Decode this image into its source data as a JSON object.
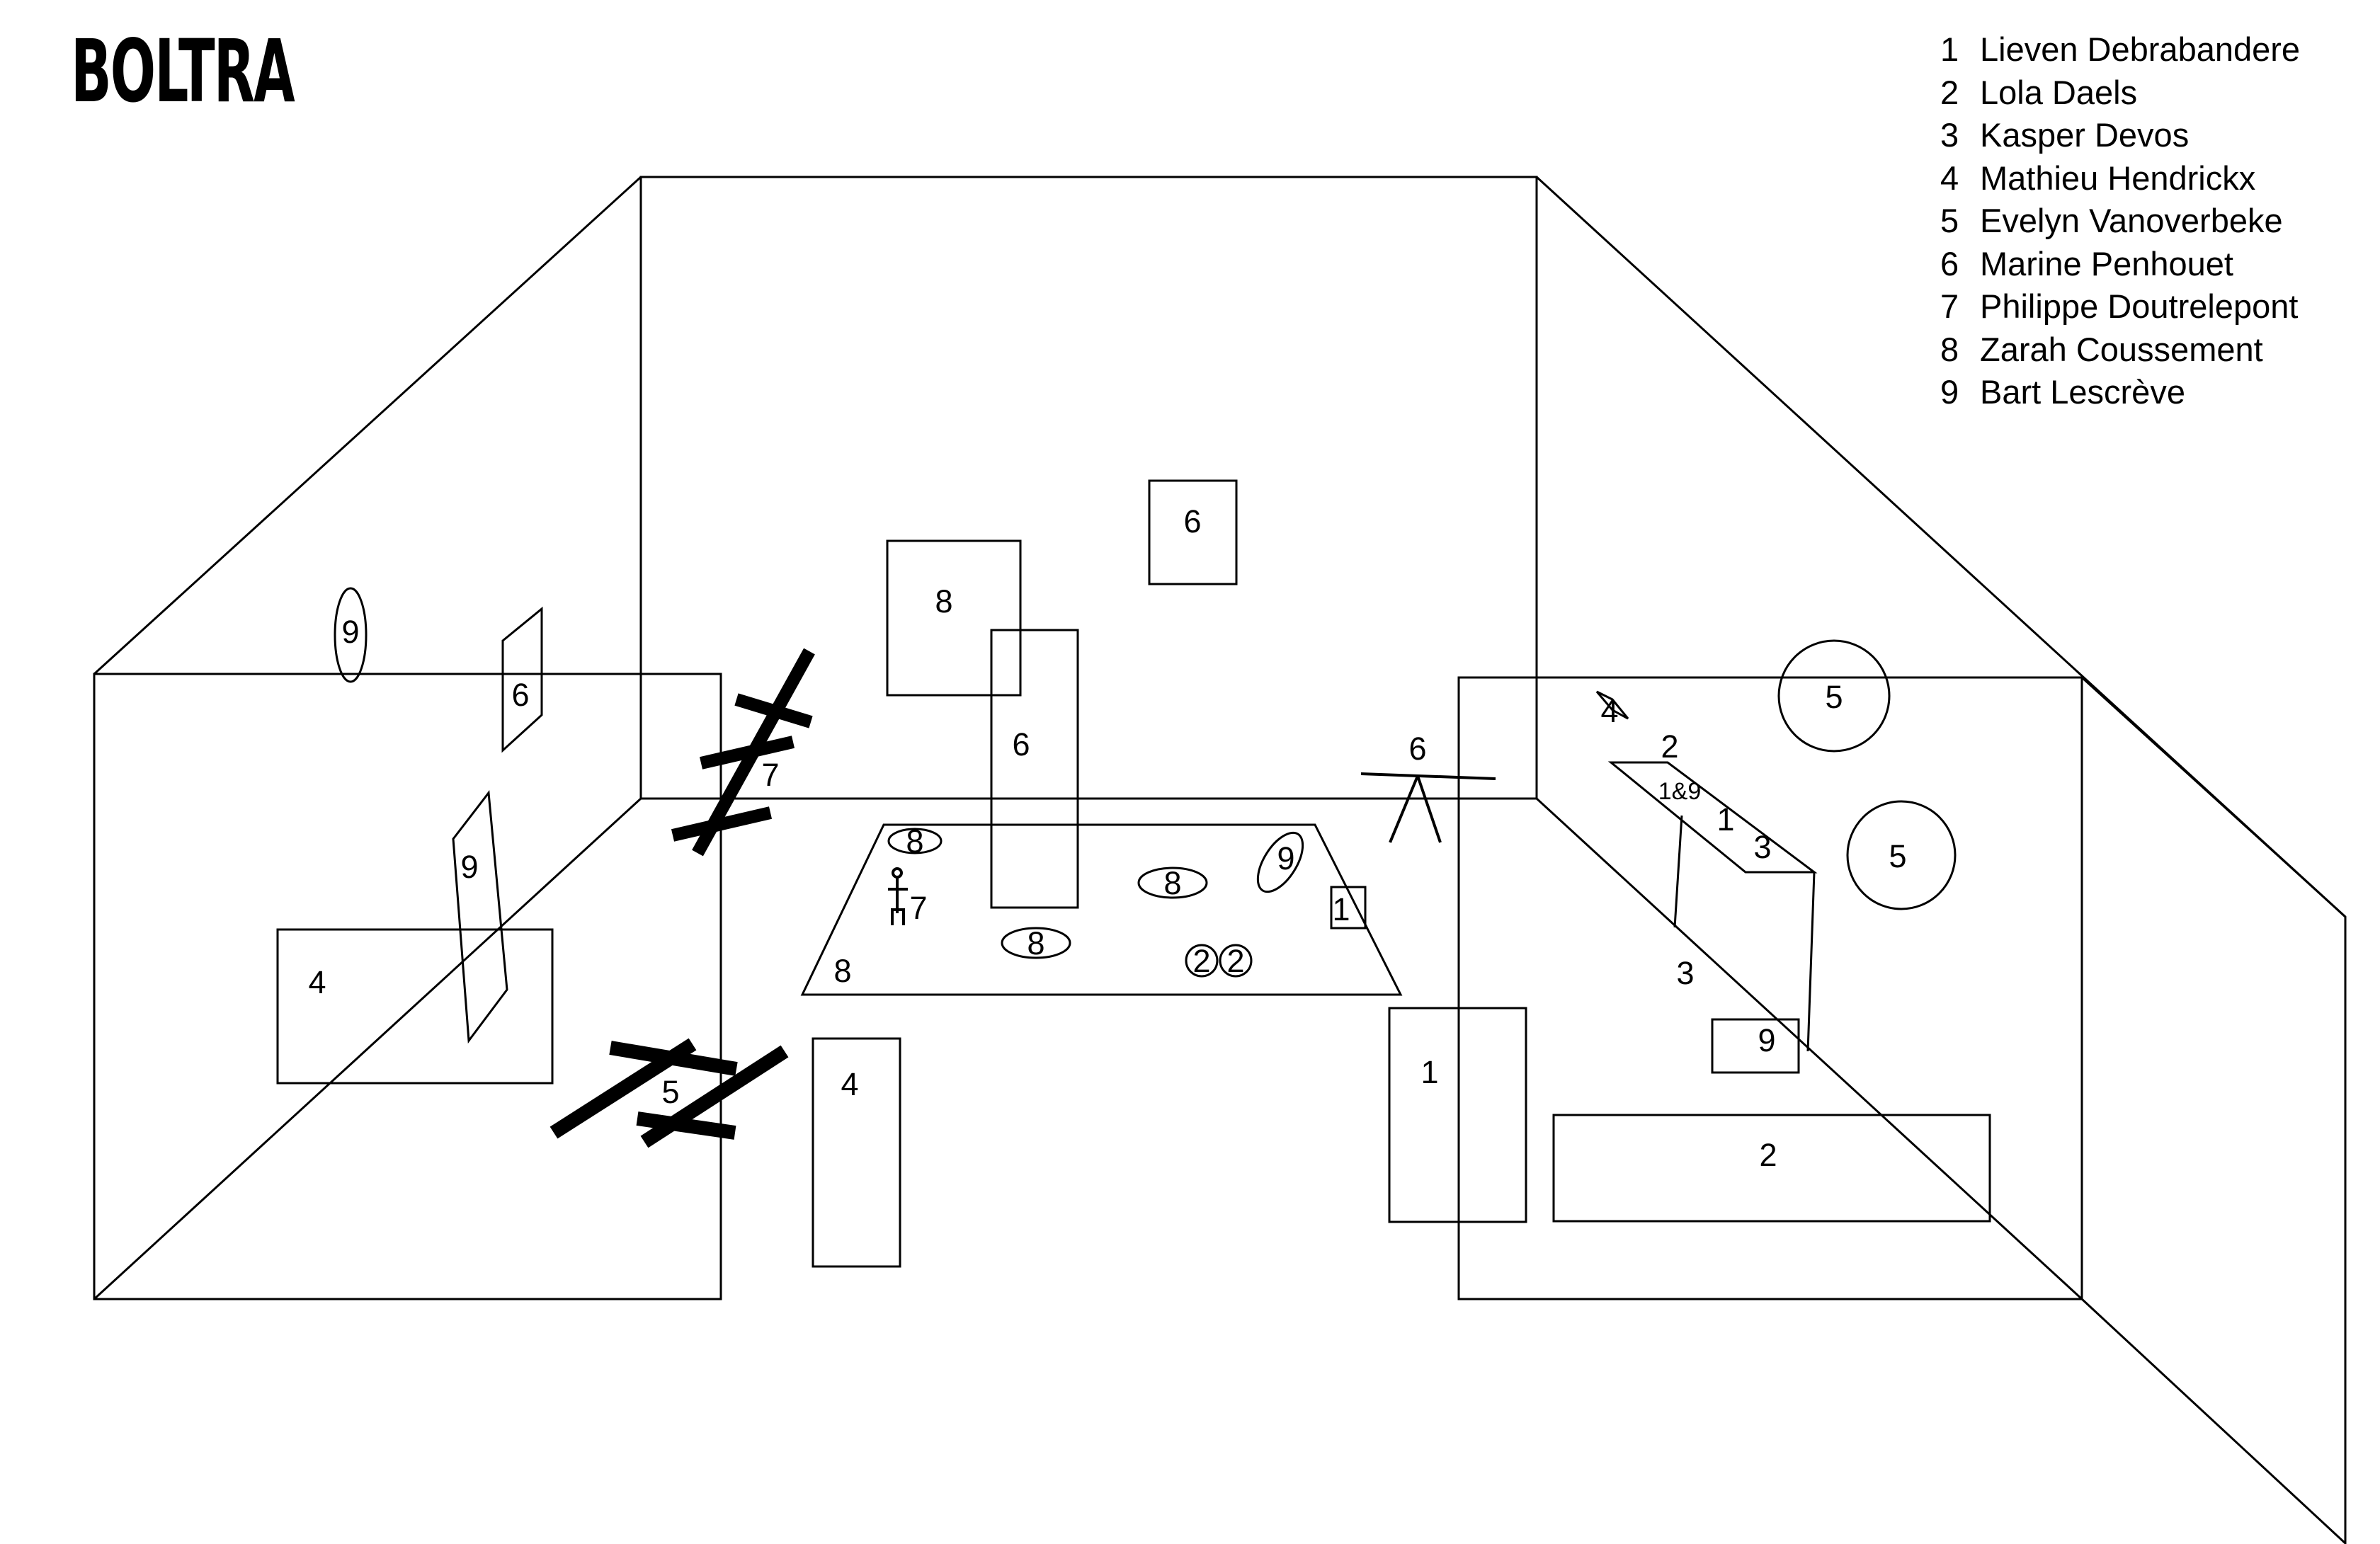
{
  "title": "BOLTRA",
  "legend": [
    {
      "num": "1",
      "name": "Lieven Debrabandere"
    },
    {
      "num": "2",
      "name": "Lola Daels"
    },
    {
      "num": "3",
      "name": "Kasper Devos"
    },
    {
      "num": "4",
      "name": "Mathieu Hendrickx"
    },
    {
      "num": "5",
      "name": "Evelyn Vanoverbeke"
    },
    {
      "num": "6",
      "name": "Marine Penhouet"
    },
    {
      "num": "7",
      "name": "Philippe Doutrelepont"
    },
    {
      "num": "8",
      "name": "Zarah Coussement"
    },
    {
      "num": "9",
      "name": "Bart Lescrève"
    }
  ],
  "markers": {
    "one": "1",
    "two": "2",
    "three": "3",
    "four": "4",
    "five": "5",
    "six": "6",
    "seven": "7",
    "eight": "8",
    "nine": "9",
    "one_and_nine": "1&9"
  },
  "colors": {
    "ink": "#000000",
    "paper": "#ffffff"
  }
}
